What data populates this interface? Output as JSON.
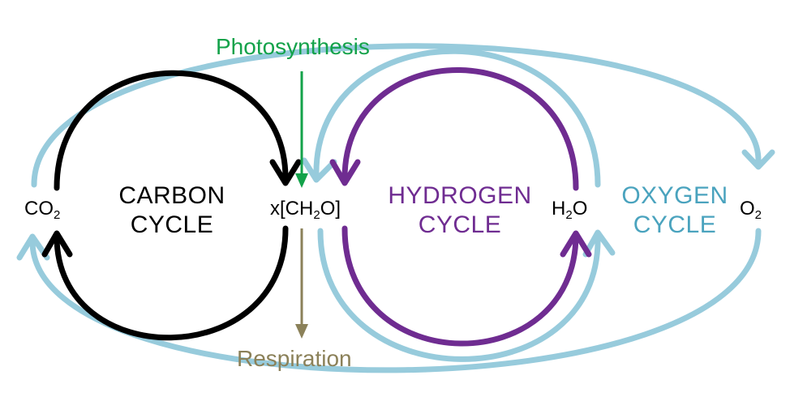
{
  "colors": {
    "carbon": "#000000",
    "hydrogen": "#6f2c91",
    "oxygen": "#97cbdc",
    "oxygen_text": "#4aa3be",
    "photosynthesis": "#13a24a",
    "respiration": "#8b8159"
  },
  "process": {
    "photosynthesis": "Photosynthesis",
    "respiration": "Respiration"
  },
  "cycles": {
    "carbon": {
      "line1": "CARBON",
      "line2": "CYCLE"
    },
    "hydrogen": {
      "line1": "HYDROGEN",
      "line2": "CYCLE"
    },
    "oxygen": {
      "line1": "OXYGEN",
      "line2": "CYCLE"
    }
  },
  "molecules": {
    "co2": {
      "base": "CO",
      "sub": "2"
    },
    "ch2o": {
      "pre": "x[CH",
      "sub": "2",
      "post": "O]"
    },
    "h2o": {
      "pre": "H",
      "sub": "2",
      "post": "O"
    },
    "o2": {
      "base": "O",
      "sub": "2"
    }
  }
}
